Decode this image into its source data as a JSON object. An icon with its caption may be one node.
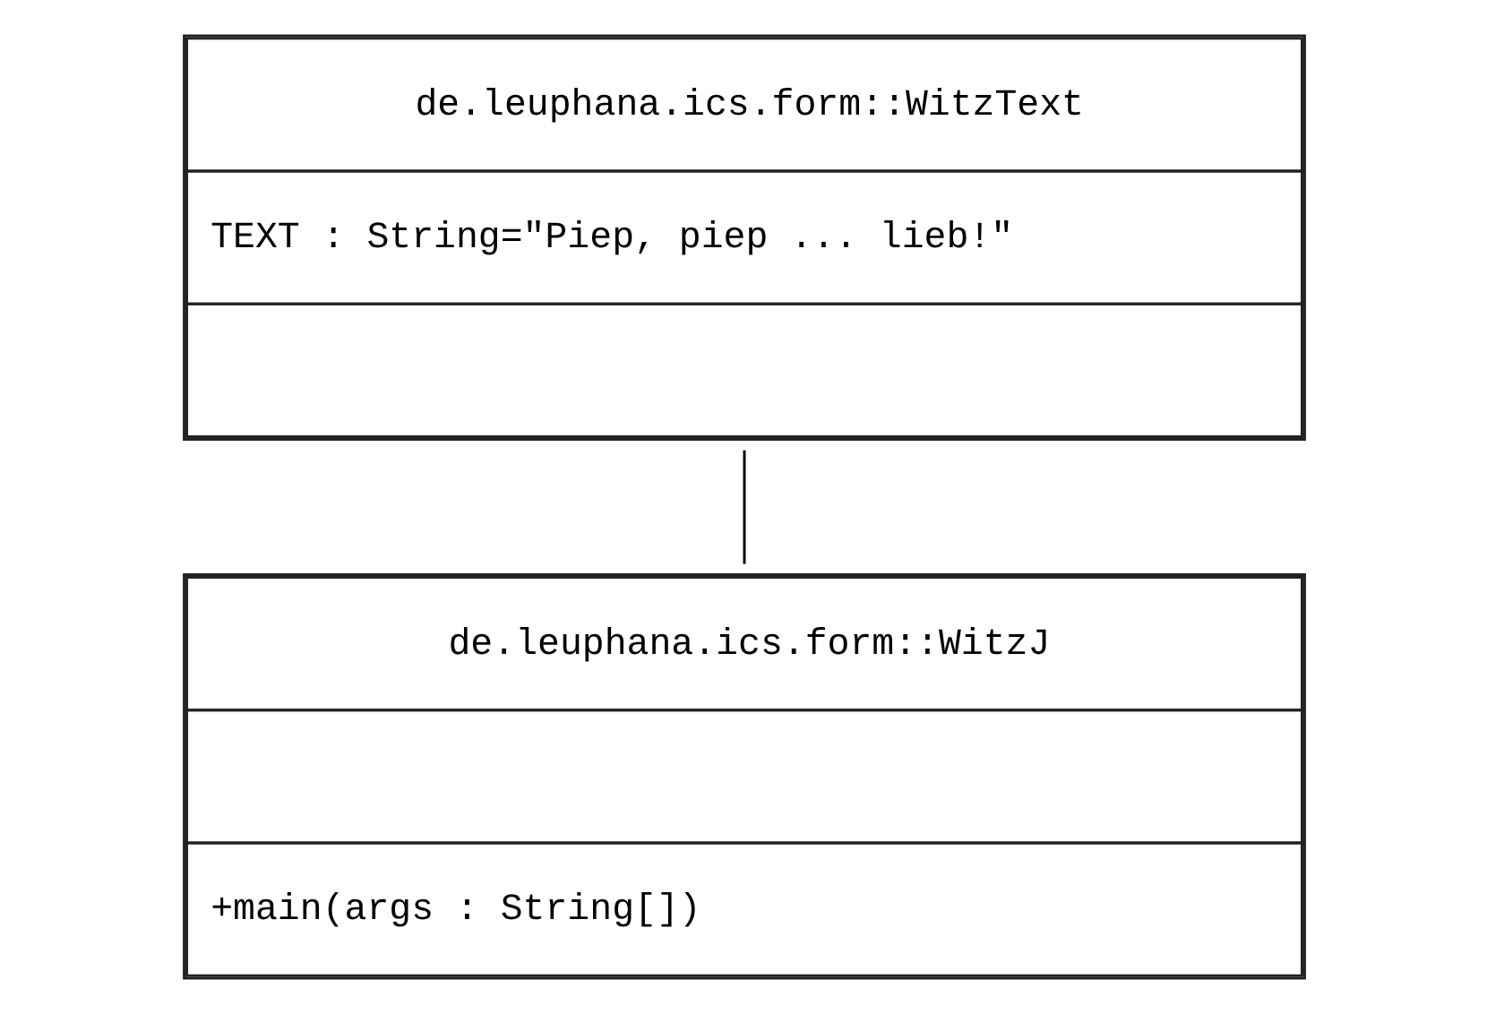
{
  "diagram": {
    "nodes": [
      {
        "text": [
          "de.leuphana.ics.form::WitzText",
          "TEXT : String=\"Piep, piep ... lieb!\""
        ]
      },
      {
        "text": [
          "de.leuphana.ics.form::WitzJ",
          "+main(args : String[])"
        ]
      }
    ],
    "edges": [
      {
        "from": 0,
        "to": 1,
        "arrow": "none"
      }
    ]
  }
}
